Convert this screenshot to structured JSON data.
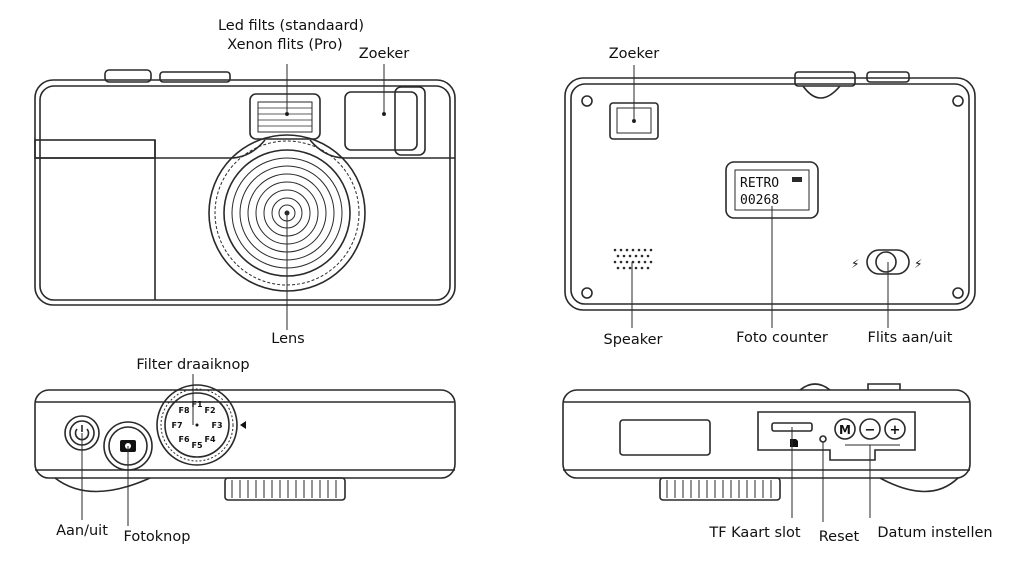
{
  "labels": {
    "flash": "Led filts (standaard)",
    "flash_pro": "Xenon flits (Pro)",
    "viewfinder_front": "Zoeker",
    "lens": "Lens",
    "viewfinder_back": "Zoeker",
    "speaker": "Speaker",
    "photo_counter": "Foto counter",
    "flash_switch": "Flits aan/uit",
    "filter_dial": "Filter draaiknop",
    "power": "Aan/uit",
    "shutter": "Fotoknop",
    "tf_slot": "TF Kaart slot",
    "reset": "Reset",
    "date_set": "Datum instellen"
  },
  "display": {
    "line1": "RETRO",
    "line2": "00268"
  },
  "dial_labels": [
    "F1",
    "F2",
    "F3",
    "F4",
    "F5",
    "F6",
    "F7",
    "F8"
  ],
  "buttons": {
    "mode": "M",
    "minus": "−",
    "plus": "+"
  }
}
